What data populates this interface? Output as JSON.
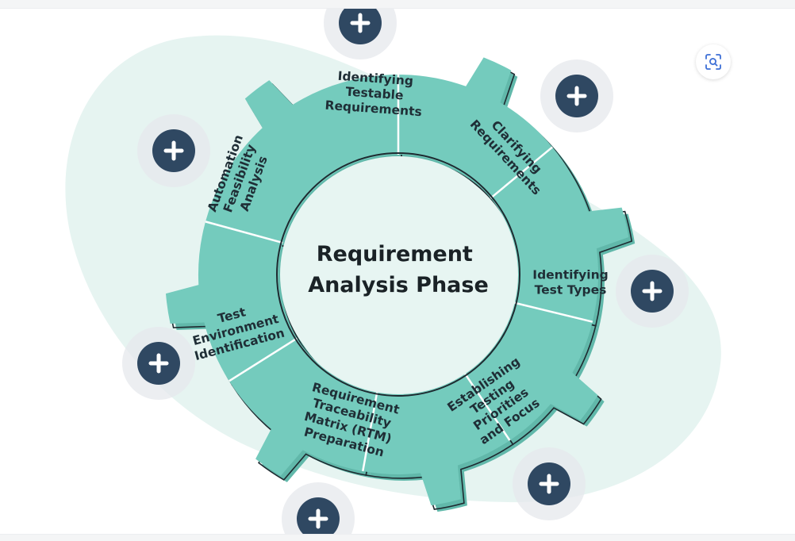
{
  "diagram": {
    "center_title": [
      "Requirement",
      "Analysis Phase"
    ],
    "segments": [
      {
        "lines": [
          "Identifying",
          "Testable",
          "Requirements"
        ]
      },
      {
        "lines": [
          "Clarifying",
          "Requirements"
        ]
      },
      {
        "lines": [
          "Identifying",
          "Test Types"
        ]
      },
      {
        "lines": [
          "Establishing",
          "Testing",
          "Priorities",
          "and Focus"
        ]
      },
      {
        "lines": [
          "Requirement",
          "Traceability",
          "Matrix (RTM)",
          "Preparation"
        ]
      },
      {
        "lines": [
          "Test",
          "Environment",
          "Identification"
        ]
      },
      {
        "lines": [
          "Automation",
          "Feasibility",
          "Analysis"
        ]
      }
    ],
    "hotspot_icon": "plus-icon"
  },
  "toolbar": {
    "zoom_icon": "scan-zoom-icon"
  },
  "colors": {
    "segment_fill": "#74cbbd",
    "segment_shadow": "#61b8aa",
    "blob": "#e6f4f1",
    "center_fill": "#e7f5f2",
    "hotspot": "#2f4862",
    "hotspot_halo": "#e5e8ec",
    "text": "#1f2e36"
  }
}
